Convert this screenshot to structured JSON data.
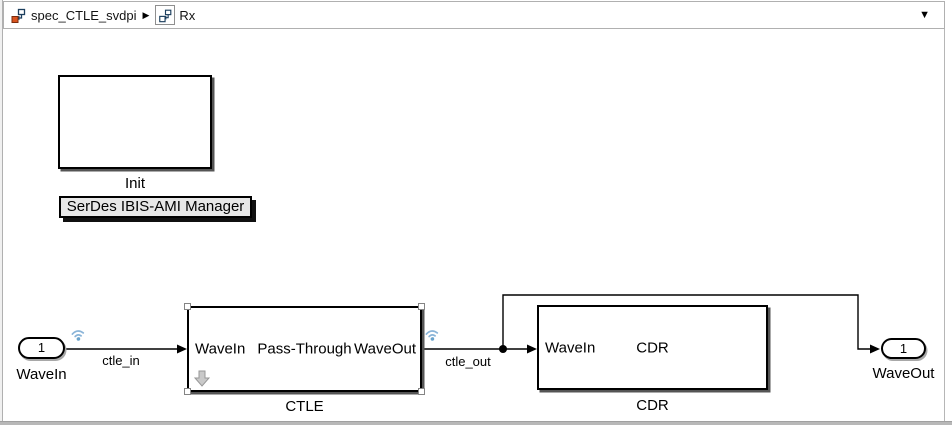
{
  "breadcrumb": {
    "model": "spec_CTLE_svdpi",
    "subsystem": "Rx"
  },
  "icons": {
    "breadcrumb_separator": "▶",
    "dropdown": "▼",
    "model_icon": "block-diagram-with-orange-square",
    "subsystem_icon": "block-diagram-outline-in-button",
    "signal_logging_icon": "blue-wifi-badge",
    "down_arrow_badge": "gray-down-arrow"
  },
  "blocks": {
    "init": {
      "label": "Init"
    },
    "manager": {
      "label": "SerDes IBIS-AMI Manager"
    },
    "inport": {
      "value": "1",
      "label": "WaveIn"
    },
    "ctle": {
      "in_port": "WaveIn",
      "title": "Pass-Through",
      "out_port": "WaveOut",
      "label": "CTLE",
      "selected": "true"
    },
    "cdr": {
      "in_port": "WaveIn",
      "title": "CDR",
      "label": "CDR"
    },
    "outport": {
      "value": "1",
      "label": "WaveOut"
    }
  },
  "signals": {
    "ctle_in_label": "ctle_in",
    "ctle_out_label": "ctle_out"
  },
  "colors": {
    "wire": "#000000",
    "logging_badge_blue": "#8ab4d8",
    "logging_dot_blue": "#6aa3cc",
    "selection_handle_border": "#848484",
    "button_fill": "#e7e7e7",
    "icon_orange": "#d9531e",
    "icon_navy": "#1c3f5e",
    "chrome_border": "#b0b0b0",
    "bottom_strip": "#b8b8b8"
  }
}
